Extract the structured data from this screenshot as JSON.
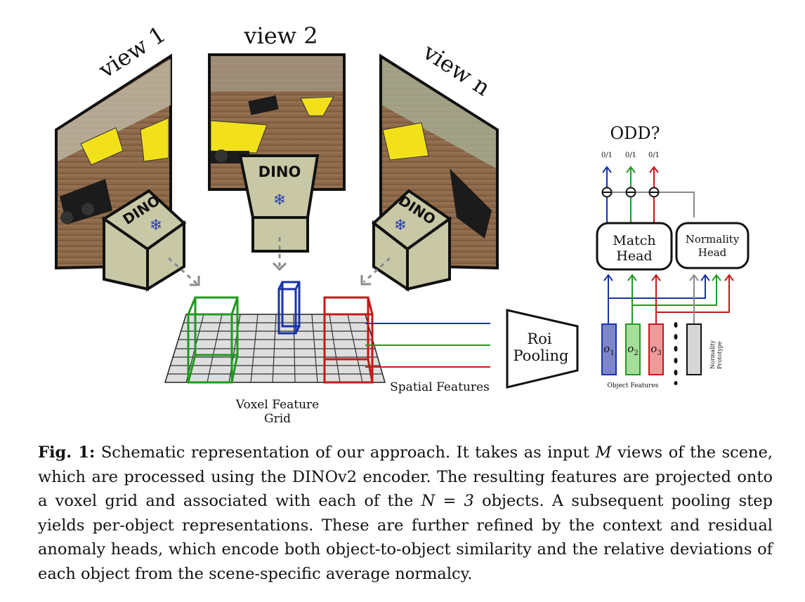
{
  "views": {
    "v1": "view 1",
    "v2": "view 2",
    "vn": "view n"
  },
  "encoder_label": "DINO",
  "freeze_symbol": "❄",
  "odd_label": "ODD?",
  "outputs": [
    "0/1",
    "0/1",
    "0/1"
  ],
  "match_head": [
    "Match",
    "Head"
  ],
  "normality_head": [
    "Normality",
    "Head"
  ],
  "roi_pooling": [
    "Roi",
    "Pooling"
  ],
  "spatial_features": "Spatial Features",
  "voxel_grid_label": [
    "Voxel Feature",
    "Grid"
  ],
  "object_features_label": "Object Features",
  "normality_prototype": [
    "Normality",
    "Prototype"
  ],
  "objects": [
    {
      "label": "o",
      "sub": "1",
      "color": "#7d86c8",
      "line": "#1733a8"
    },
    {
      "label": "o",
      "sub": "2",
      "color": "#a6dd9a",
      "line": "#1f9a1f"
    },
    {
      "label": "o",
      "sub": "3",
      "color": "#ef9a9a",
      "line": "#c51818"
    }
  ],
  "colors": {
    "blue": "#1733a8",
    "green": "#1f9a1f",
    "red": "#c51818",
    "gray": "#8a8a8a",
    "encoder_fill": "#c8c8a6"
  },
  "caption": {
    "label": "Fig. 1:",
    "text_1": " Schematic representation of our approach. It takes as input ",
    "var_m": "M",
    "text_2": " views of the scene, which are processed using the DINOv2 encoder. The resulting features are projected onto a voxel grid and associated with each of the ",
    "var_n": "N = 3",
    "text_3": " objects. A subsequent pooling step yields per-object representations. These are further refined by the context and residual anomaly heads, which encode both object-to-object similarity and the relative deviations of each object from the scene-specific average normalcy."
  }
}
